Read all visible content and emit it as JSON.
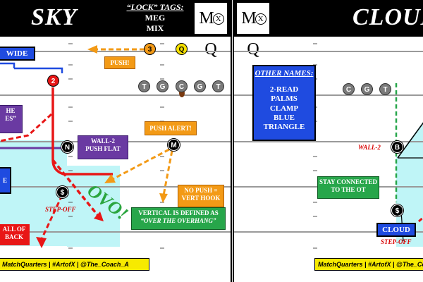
{
  "left": {
    "title": "SKY",
    "tags_heading": "“LOCK” TAGS:",
    "tags": [
      "MEG",
      "MIX"
    ],
    "logo_left": "M",
    "logo_mid": "X",
    "logo_right": "Q",
    "wide_label": "WIDE",
    "push_label": "PUSH!",
    "push_alert": "PUSH ALERT!",
    "wall_box": [
      "WALL-2",
      "PUSH FLAT"
    ],
    "no_push_box": [
      "NO PUSH =",
      "VERT HOOK"
    ],
    "vertical_box": [
      "VERTICAL IS DEFINED AS",
      "“OVER THE OVERHANG”"
    ],
    "partial_purple": [
      "HE",
      "ES”"
    ],
    "partial_blue": "E",
    "partial_red": [
      "ALL OF",
      "BACK"
    ],
    "step_off": "STEP-OFF",
    "ovo": "OVO!",
    "oline": [
      "T",
      "G",
      "C",
      "G",
      "T"
    ],
    "markers": {
      "n3": "3",
      "q": "Q",
      "n2": "2",
      "n": "N",
      "m": "M",
      "s": "$"
    },
    "footer": "MatchQuarters | #ArtofX | @The_Coach_A"
  },
  "right": {
    "title": "CLOUD",
    "logo_left": "M",
    "logo_mid": "X",
    "logo_right": "Q",
    "other_names_heading": "OTHER NAMES:",
    "other_names": [
      "2-READ",
      "PALMS",
      "CLAMP",
      "BLUE",
      "TRIANGLE"
    ],
    "oline": [
      "C",
      "G",
      "T"
    ],
    "wall_label": "WALL-2",
    "stay_box": [
      "STAY CONNECTED",
      "TO THE OT"
    ],
    "cloud_box": "CLOUD",
    "step_off": "STEP-OFF",
    "markers": {
      "b": "B",
      "s": "$"
    },
    "footer": "MatchQuarters | #ArtofX | @The_Coach_A"
  },
  "colors": {
    "red": "#e81616",
    "orange": "#f39a16",
    "blue": "#1f4be0",
    "purple": "#6a3aa2",
    "green": "#27a64a",
    "cyan": "#bff5f7",
    "yellow": "#f7ea00"
  }
}
